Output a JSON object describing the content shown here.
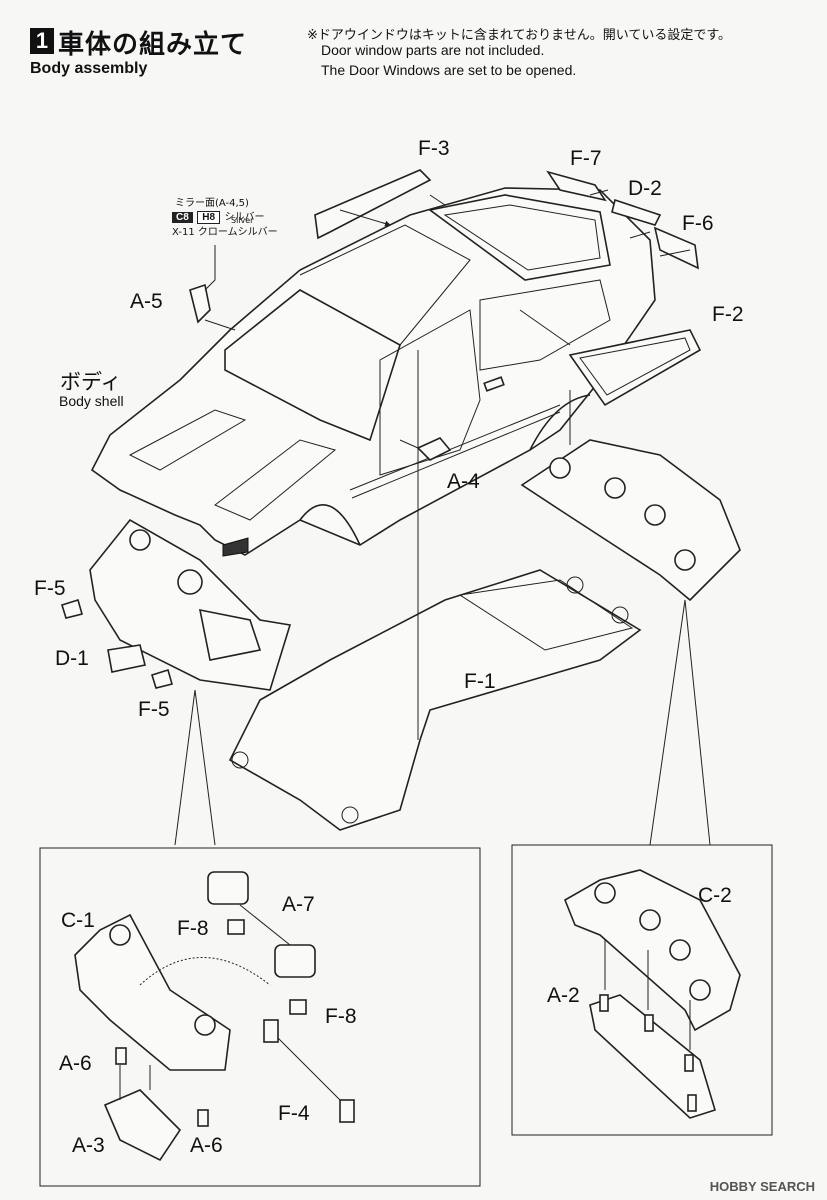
{
  "header": {
    "step_number": "1",
    "title_jp": "車体の組み立て",
    "title_en": "Body assembly",
    "note_jp": "※ドアウインドウはキットに含まれておりません。開いている設定です。",
    "note_en_1": "Door window parts are not included.",
    "note_en_2": "The Door Windows are set to be opened."
  },
  "paint_note": {
    "title": "ミラー面(A-4,5)",
    "code_1": "C8",
    "code_2": "H8",
    "color_1_jp": "シルバー",
    "color_1_en": "Silver",
    "code_3": "X-11",
    "color_3_jp": "クロームシルバー"
  },
  "body_shell": {
    "label_jp": "ボディ",
    "label_en": "Body shell"
  },
  "parts": {
    "f3": "F-3",
    "f7": "F-7",
    "d2": "D-2",
    "f6": "F-6",
    "a5": "A-5",
    "f2": "F-2",
    "a4": "A-4",
    "f5_top": "F-5",
    "d1": "D-1",
    "f5_bottom": "F-5",
    "f1": "F-1"
  },
  "left_box": {
    "c1": "C-1",
    "f8_a": "F-8",
    "a7": "A-7",
    "f8_b": "F-8",
    "a6_a": "A-6",
    "a3": "A-3",
    "a6_b": "A-6",
    "f4": "F-4"
  },
  "right_box": {
    "c2": "C-2",
    "a2": "A-2"
  },
  "watermark": "HOBBY SEARCH",
  "icons": {
    "step": "step-badge",
    "logo": "hobby-search-logo"
  }
}
